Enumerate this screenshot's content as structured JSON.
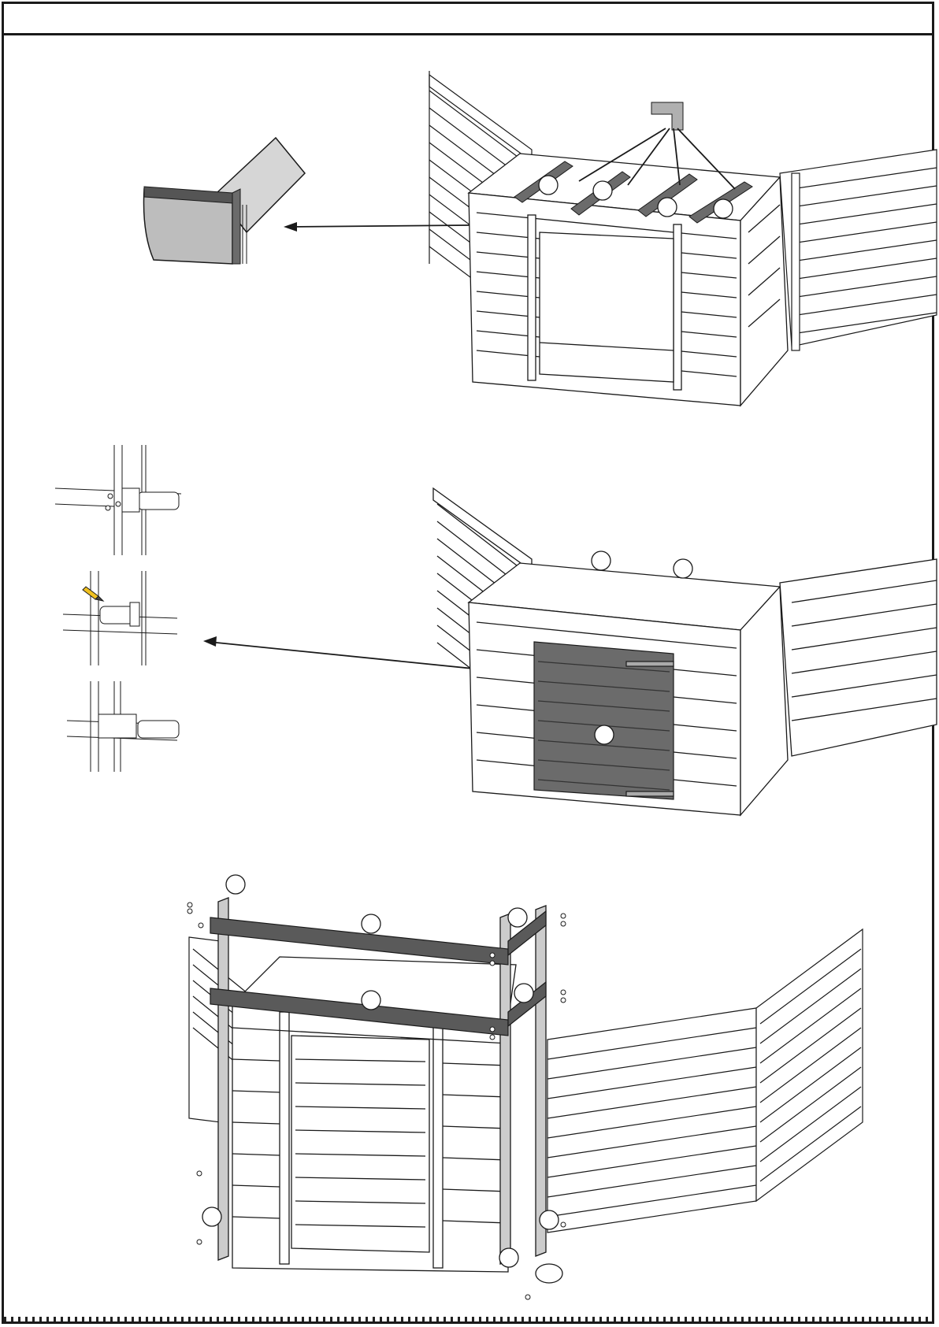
{
  "header": {
    "title": ""
  },
  "steps": [
    {
      "id": "step-roof-joists",
      "callouts": 4
    },
    {
      "id": "step-door-hasp",
      "callouts": 3
    },
    {
      "id": "step-extension-frame",
      "callouts": 9
    }
  ],
  "colors": {
    "line": "#1a1a1a",
    "part_highlight": "#6b6b6b",
    "panel_fill": "#ffffff",
    "light_gray": "#c8c8c8"
  },
  "icons": [
    "bracket-icon",
    "pencil-icon",
    "screw-icon",
    "hasp-icon"
  ]
}
